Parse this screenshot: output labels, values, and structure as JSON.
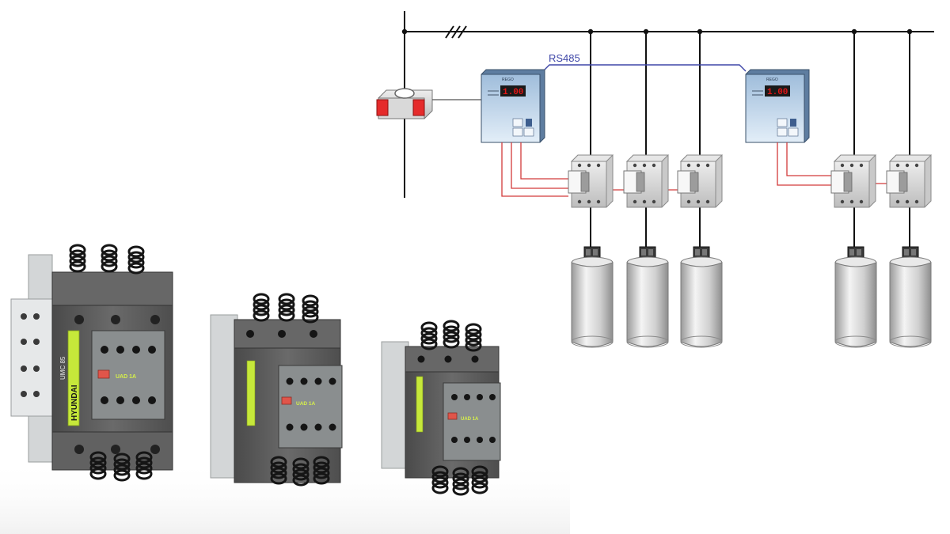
{
  "diagram": {
    "bus_label": "RS485",
    "controller_screen_text": "1.00",
    "controller_badge": "REGO"
  },
  "photo": {
    "brand": "HYUNDAI",
    "model_large": "UMC 85",
    "accessory_label": "UAD 1A"
  },
  "colors": {
    "wire_black": "#111111",
    "wire_red": "#d23a3a",
    "wire_blue": "#3f47a8",
    "label_blue": "#3f47a8",
    "panel_blue": "#bcd4ea",
    "display_red": "#e01616",
    "contactor_gray": "#d8d8d8",
    "capacitor_silver": "#cfcfcf",
    "body_dark_gray": "#5c5c5c",
    "body_light_gray": "#cfd2d3",
    "brand_green": "#c6e83a",
    "button_red": "#e0554a"
  }
}
